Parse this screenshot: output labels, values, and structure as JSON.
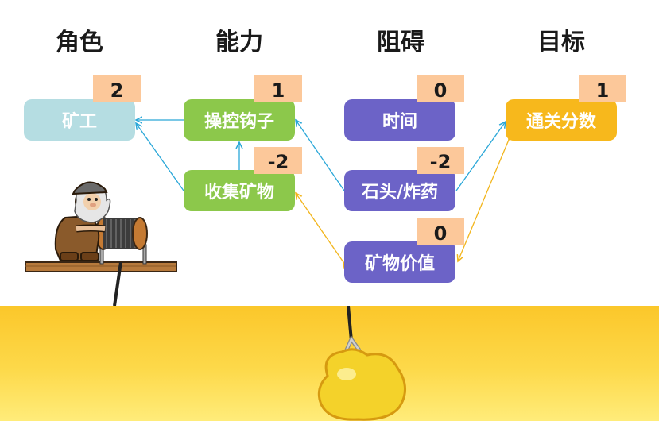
{
  "headers": {
    "role": "角色",
    "ability": "能力",
    "obstacle": "阻碍",
    "goal": "目标"
  },
  "nodes": {
    "miner": {
      "label": "矿工",
      "score": "2"
    },
    "control_hook": {
      "label": "操控钩子",
      "score": "1"
    },
    "collect_ore": {
      "label": "收集矿物",
      "score": "-2"
    },
    "time": {
      "label": "时间",
      "score": "0"
    },
    "stone_dynamite": {
      "label": "石头/炸药",
      "score": "-2"
    },
    "ore_value": {
      "label": "矿物价值",
      "score": "0"
    },
    "level_score": {
      "label": "通关分数",
      "score": "1"
    }
  },
  "colors": {
    "role": "#b5dde2",
    "ability": "#8cc84b",
    "obstacle": "#6c63c7",
    "goal": "#f7b81c",
    "score_bg": "#fcc89a",
    "arrow_blue": "#2aa7d8",
    "arrow_yellow": "#f2b51c"
  },
  "illustrations": [
    "miner-icon",
    "gold-nugget-icon"
  ]
}
